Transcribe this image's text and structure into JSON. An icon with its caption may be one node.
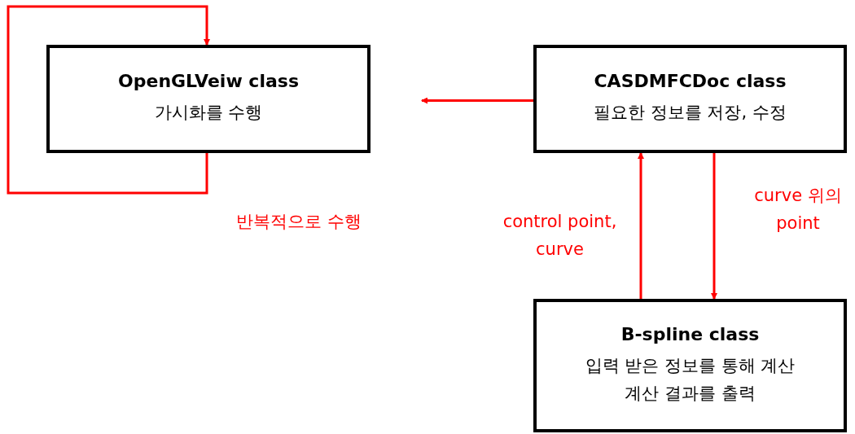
{
  "diagram": {
    "nodes": [
      {
        "text": [
          "OpenGLVeiw class",
          "가시화를 수행"
        ]
      },
      {
        "text": [
          "CASDMFCDoc class",
          "필요한 정보를 저장, 수정"
        ]
      },
      {
        "text": [
          "B-spline class",
          "입력 받은 정보를 통해 계산",
          "계산 결과를 출력"
        ]
      }
    ],
    "edges": [
      {
        "from": 0,
        "to": 0,
        "arrow": "to",
        "label": "반복적으로 수행"
      },
      {
        "from": 1,
        "to": null,
        "arrow": "to"
      },
      {
        "from": 2,
        "to": 1,
        "arrow": "to",
        "label": "control point, curve"
      },
      {
        "from": 1,
        "to": 2,
        "arrow": "to",
        "label": "curve 위의 point"
      }
    ]
  }
}
